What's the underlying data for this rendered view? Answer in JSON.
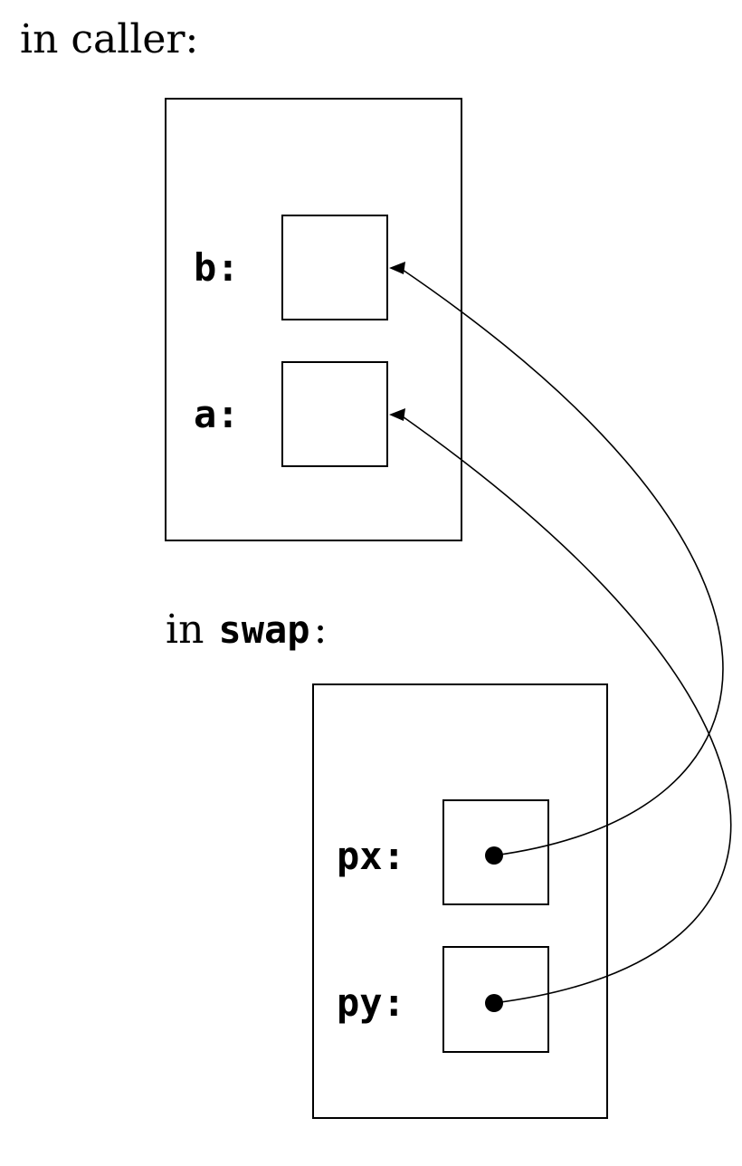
{
  "caller": {
    "heading": "in caller:",
    "variables": [
      {
        "id": "b",
        "label": "b:"
      },
      {
        "id": "a",
        "label": "a:"
      }
    ]
  },
  "swap": {
    "heading_prefix": "in",
    "heading_name": "swap",
    "heading_suffix": ":",
    "variables": [
      {
        "id": "px",
        "label": "px:",
        "points_to": "b"
      },
      {
        "id": "py",
        "label": "py:",
        "points_to": "a"
      }
    ]
  },
  "colors": {
    "ink": "#000000",
    "background": "#ffffff"
  }
}
